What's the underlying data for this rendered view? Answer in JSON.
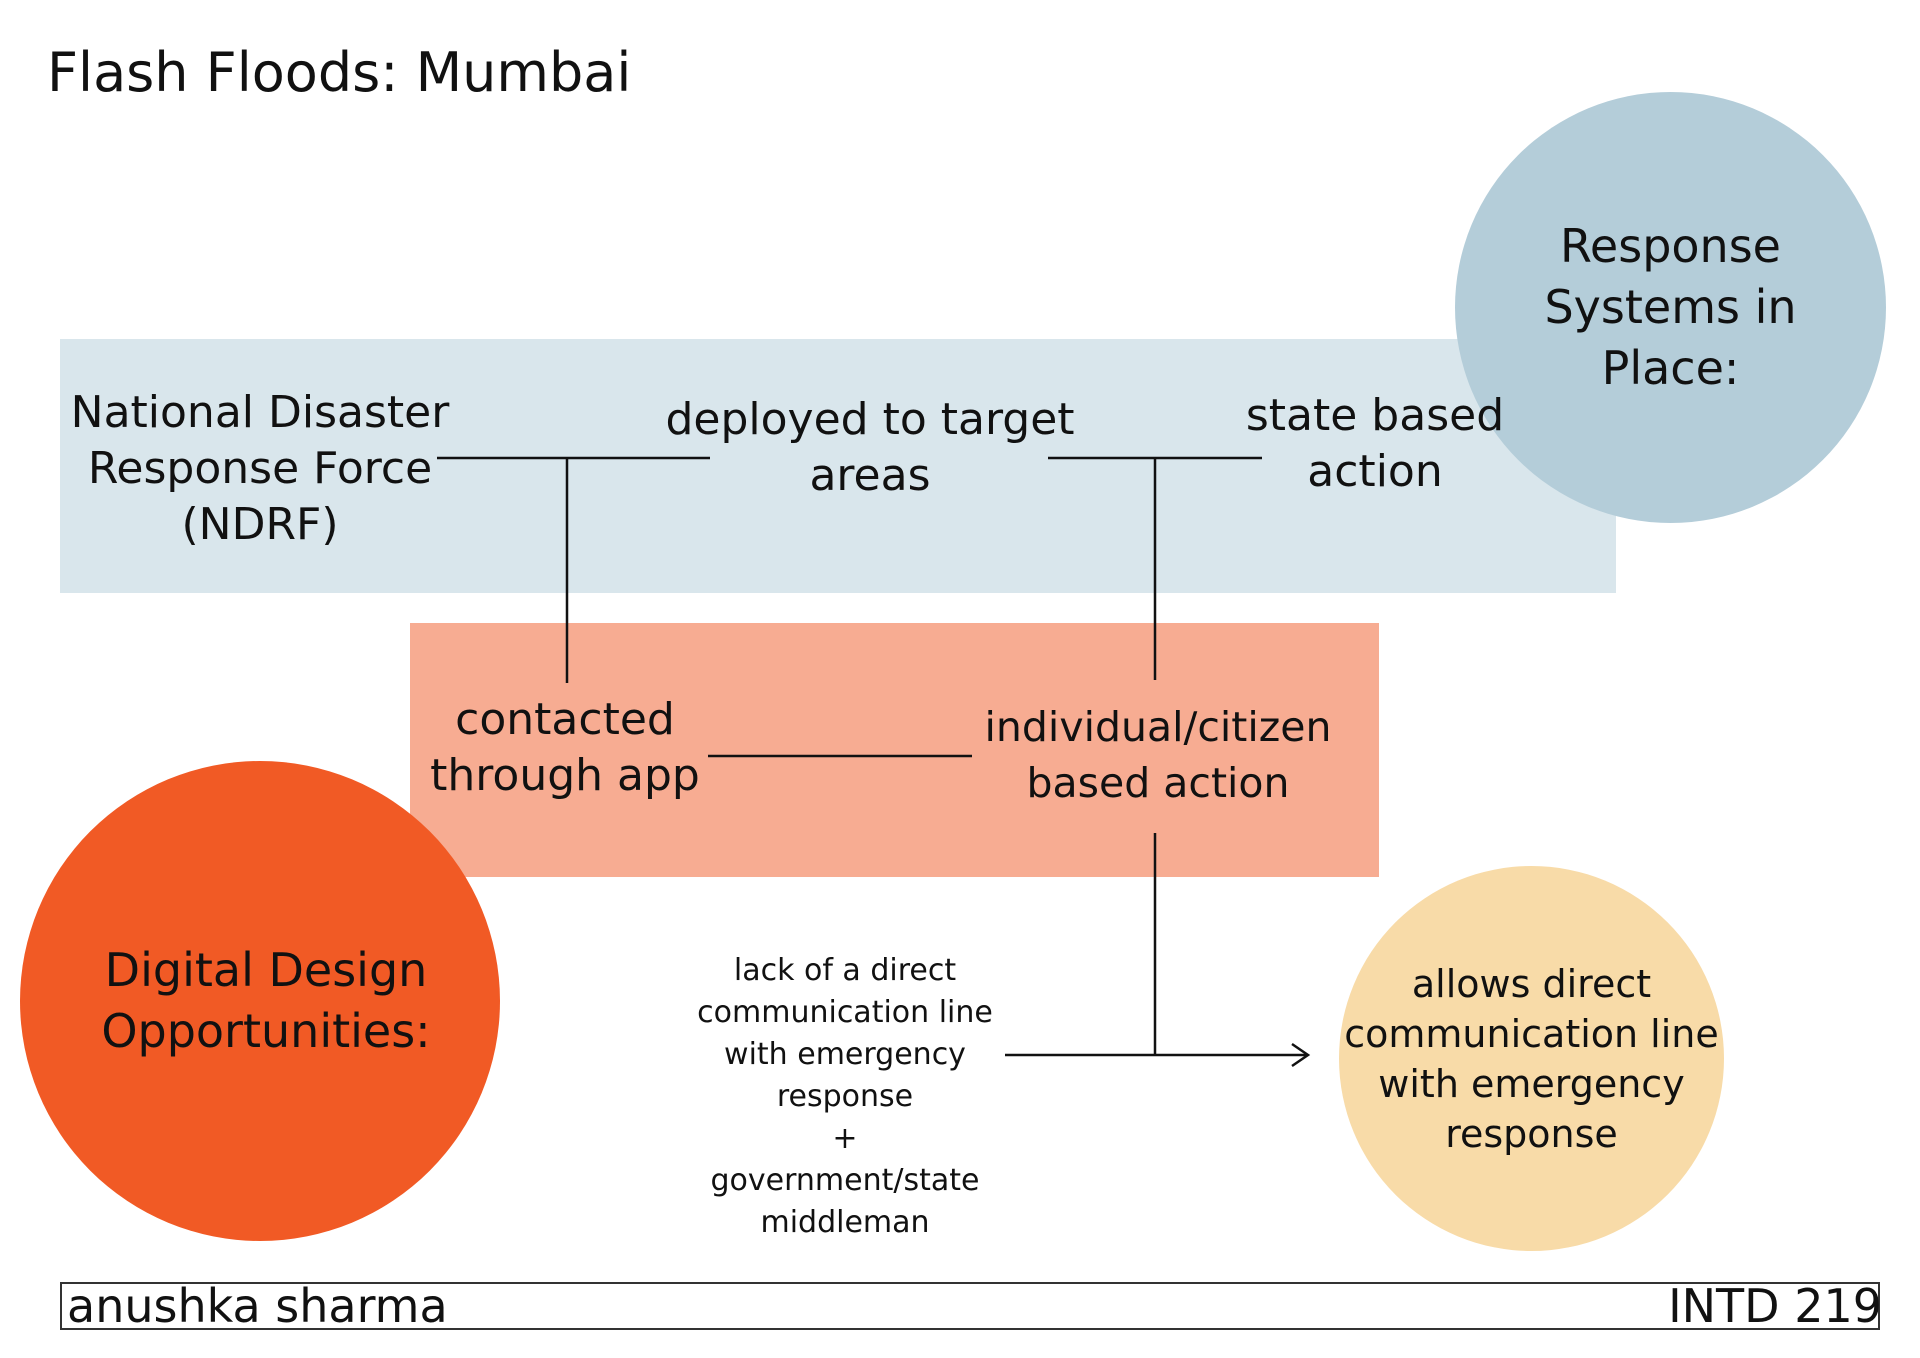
{
  "title": "Flash Floods: Mumbai",
  "circles": {
    "response_systems": "Response\nSystems in\nPlace:",
    "digital_design": "Digital Design\nOpportunities:",
    "allows_direct": "allows direct\ncommunication line\nwith emergency\nresponse"
  },
  "nodes": {
    "ndrf": "National Disaster\nResponse Force\n(NDRF)",
    "deployed": "deployed to target\nareas",
    "state_based": "state based\naction",
    "contacted": "contacted\nthrough app",
    "individual": "individual/citizen\nbased action",
    "lack": "lack of a direct\ncommunication line\nwith emergency\nresponse\n+\ngovernment/state\nmiddleman"
  },
  "footer": {
    "author": "anushka sharma",
    "course": "INTD 219"
  },
  "colors": {
    "blue_band": "#d9e6ec",
    "salmon_band": "#f7ac92",
    "blue_circle": "#b4cdd9",
    "orange_circle": "#f15a25",
    "yellow_circle": "#f8dba8"
  }
}
